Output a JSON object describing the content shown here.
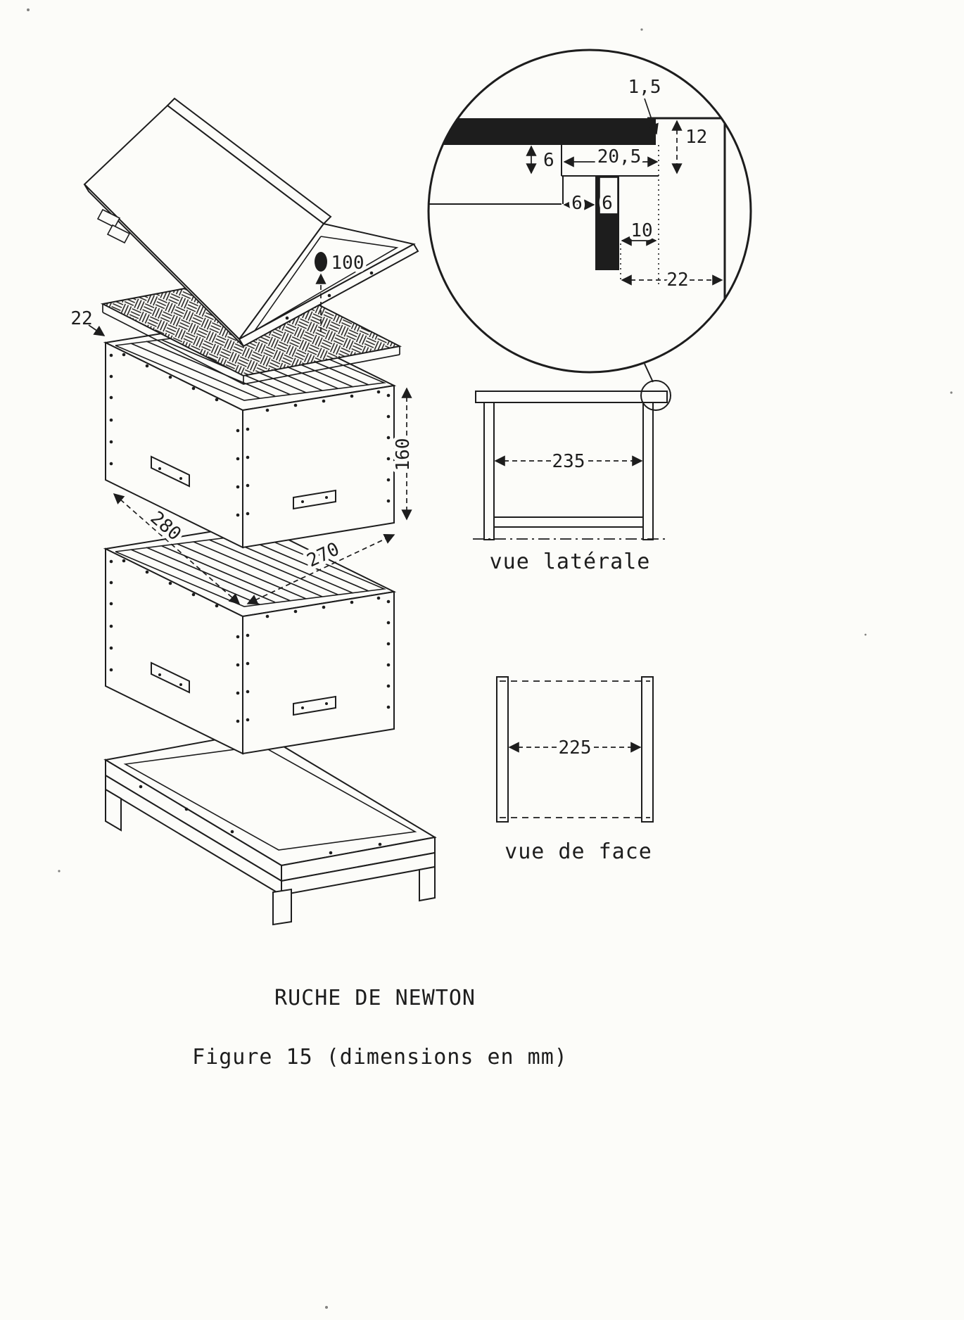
{
  "figure": {
    "title": "RUCHE DE NEWTON",
    "caption": "Figure 15 (dimensions en mm)"
  },
  "views": {
    "lateral": {
      "label": "vue latérale",
      "inner_width": "235"
    },
    "front": {
      "label": "vue de face",
      "inner_width": "225"
    }
  },
  "detail": {
    "top_gap": "1,5",
    "rebate_depth": "12",
    "rim_height": "6",
    "rebate_width": "20,5",
    "lug_gap": "6",
    "lug_width": "6",
    "clearance": "10",
    "wall_thickness": "22"
  },
  "exploded": {
    "entrance_hole": "100",
    "mat_thickness": "22",
    "body_height": "160",
    "body_depth": "280",
    "body_width": "270"
  },
  "colors": {
    "ink": "#1d1d1d",
    "paper": "#fcfcf9"
  }
}
